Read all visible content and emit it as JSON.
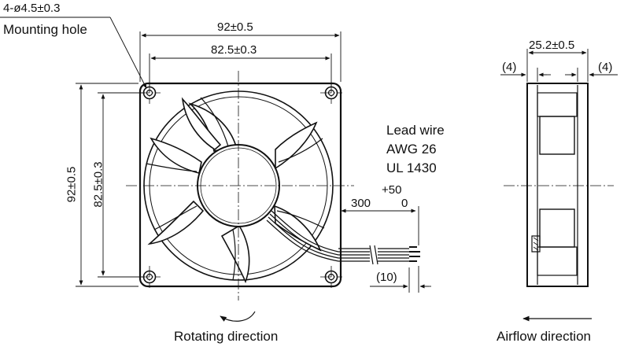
{
  "front_view": {
    "mounting_hole_spec": "4-ø4.5±0.3",
    "mounting_hole_label": "Mounting hole",
    "overall_width": "92±0.5",
    "hole_pitch_width": "82.5±0.3",
    "overall_height": "92±0.5",
    "hole_pitch_height": "82.5±0.3",
    "lead_wire_lines": [
      "Lead wire",
      "AWG 26",
      "UL 1430"
    ],
    "lead_length": "300",
    "lead_tol_upper": "+50",
    "lead_tol_lower": "0",
    "strip_length": "(10)",
    "rotating_label": "Rotating direction"
  },
  "side_view": {
    "depth": "25.2±0.5",
    "left_inset": "(4)",
    "right_inset": "(4)",
    "airflow_label": "Airflow direction"
  }
}
